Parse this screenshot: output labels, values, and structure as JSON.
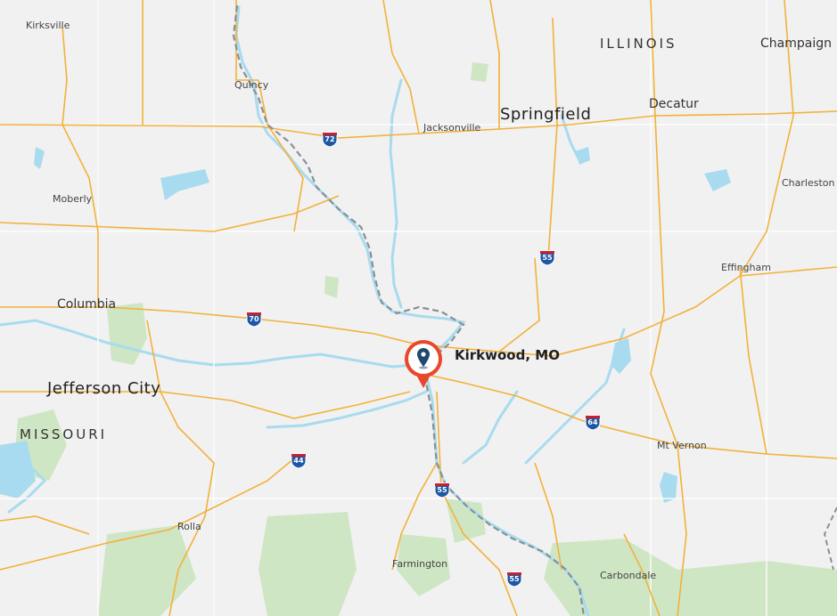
{
  "map": {
    "states": [
      {
        "key": "illinois",
        "name": "ILLINOIS"
      },
      {
        "key": "missouri",
        "name": "MISSOURI"
      }
    ],
    "cities": {
      "kirksville": "Kirksville",
      "quincy": "Quincy",
      "jacksonville": "Jacksonville",
      "springfield": "Springfield",
      "decatur": "Decatur",
      "champaign": "Champaign",
      "moberly": "Moberly",
      "charleston": "Charleston",
      "effingham": "Effingham",
      "columbia": "Columbia",
      "jefferson_city": "Jefferson City",
      "mt_vernon": "Mt Vernon",
      "rolla": "Rolla",
      "farmington": "Farmington",
      "carbondale": "Carbondale"
    },
    "interstates": {
      "i72": "72",
      "i55_north": "55",
      "i70": "70",
      "i64": "64",
      "i44": "44",
      "i55_south": "55",
      "i55_far_south": "55"
    },
    "marker": {
      "label": "Kirkwood, MO",
      "icon": "location-pin-icon",
      "accent": "#e8472b",
      "pin_color": "#1f4a6e"
    },
    "colors": {
      "land": "#f1f1f1",
      "water": "#a8dbef",
      "park": "#cfe6c4",
      "highway": "#f3b13a",
      "state_border": "#8a8f94",
      "interstate_blue": "#1d57a5",
      "interstate_red": "#c8202e"
    }
  }
}
